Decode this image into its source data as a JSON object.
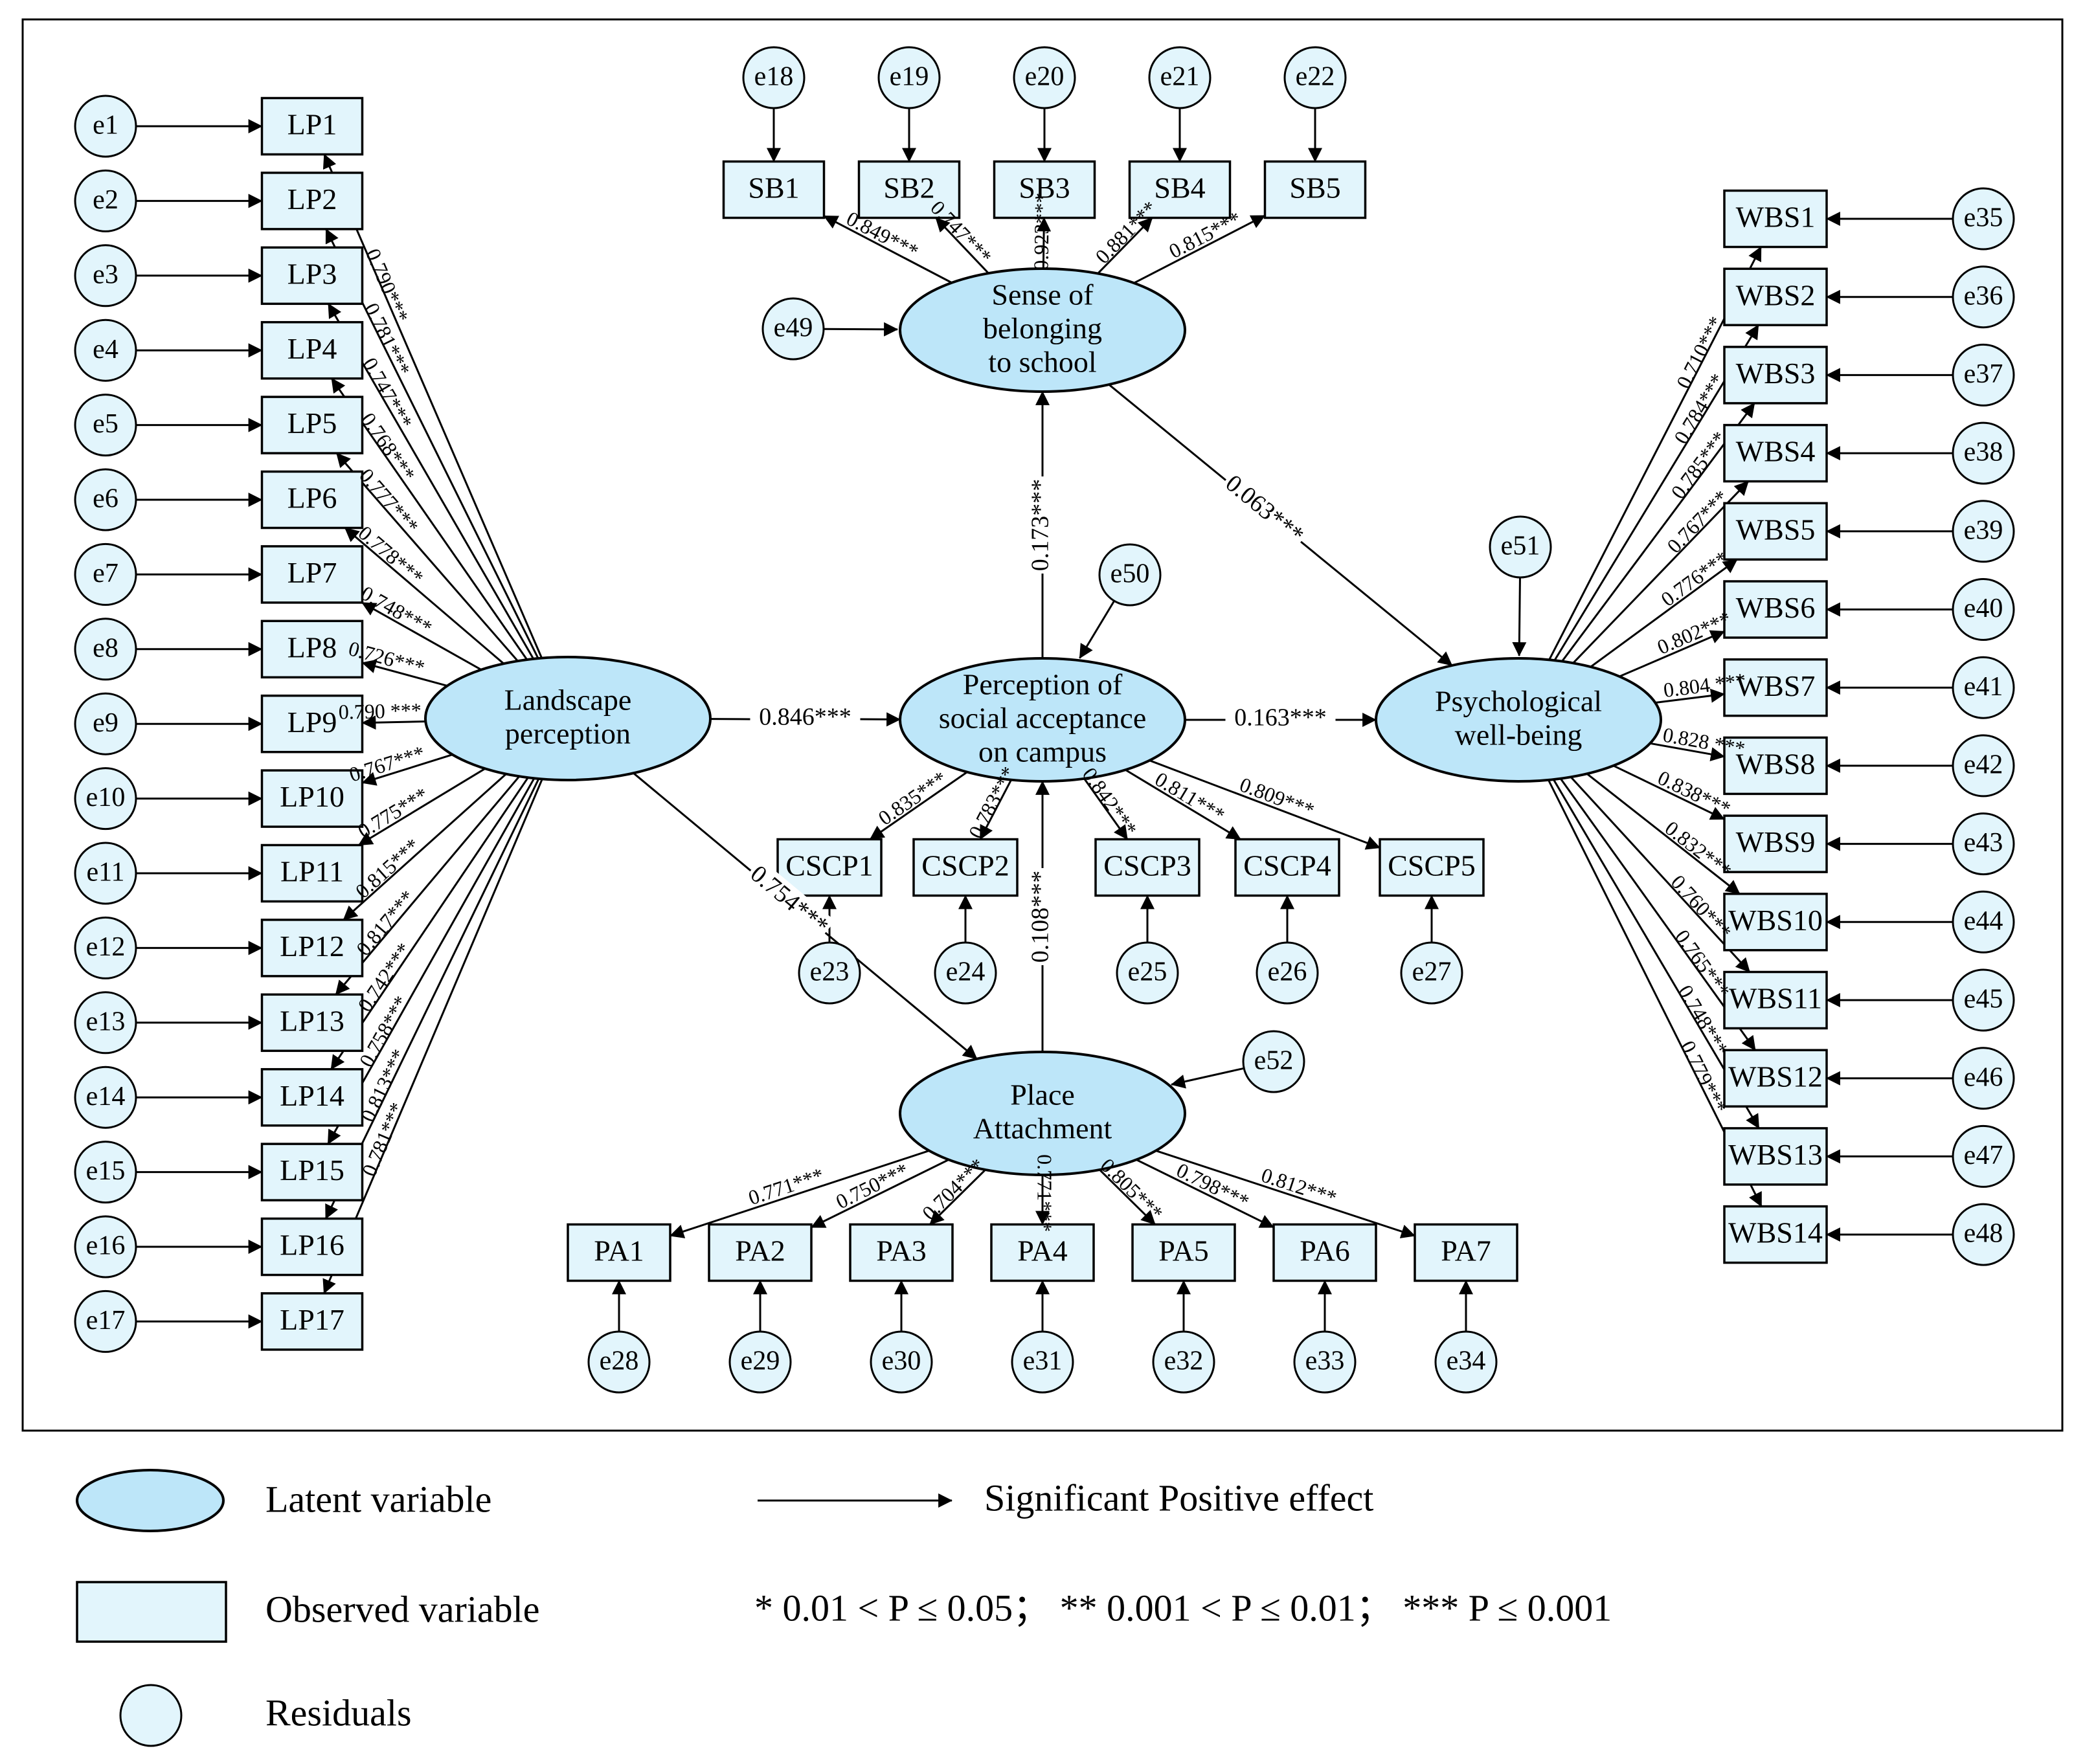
{
  "latent": [
    {
      "id": "LP",
      "lines": [
        "Landscape",
        "perception"
      ]
    },
    {
      "id": "SB",
      "lines": [
        "Sense of",
        "belonging",
        "to school"
      ]
    },
    {
      "id": "CSCP",
      "lines": [
        "Perception of",
        "social acceptance",
        "on campus"
      ]
    },
    {
      "id": "PA",
      "lines": [
        "Place",
        "Attachment"
      ]
    },
    {
      "id": "WBS",
      "lines": [
        "Psychological",
        "well-being"
      ]
    }
  ],
  "groups": {
    "LP": {
      "indicators": [
        "LP1",
        "LP2",
        "LP3",
        "LP4",
        "LP5",
        "LP6",
        "LP7",
        "LP8",
        "LP9",
        "LP10",
        "LP11",
        "LP12",
        "LP13",
        "LP14",
        "LP15",
        "LP16",
        "LP17"
      ],
      "residuals": [
        "e1",
        "e2",
        "e3",
        "e4",
        "e5",
        "e6",
        "e7",
        "e8",
        "e9",
        "e10",
        "e11",
        "e12",
        "e13",
        "e14",
        "e15",
        "e16",
        "e17"
      ],
      "loadings": [
        "0.790***",
        "0.781***",
        "0.747***",
        "0.768***",
        "0.777***",
        "0.778***",
        "0.748***",
        "0.726***",
        "0.790 ***",
        "0.767***",
        "0.775***",
        "0.815***",
        "0.817***",
        "0.742***",
        "0.758***",
        "0.813***",
        "0.781***"
      ]
    },
    "SB": {
      "indicators": [
        "SB1",
        "SB2",
        "SB3",
        "SB4",
        "SB5"
      ],
      "residuals": [
        "e18",
        "e19",
        "e20",
        "e21",
        "e22"
      ],
      "loadings": [
        "0.849***",
        "0.747***",
        "0.923***",
        "0.881***",
        "0.815***"
      ]
    },
    "CSCP": {
      "indicators": [
        "CSCP1",
        "CSCP2",
        "CSCP3",
        "CSCP4",
        "CSCP5"
      ],
      "residuals": [
        "e23",
        "e24",
        "e25",
        "e26",
        "e27"
      ],
      "loadings": [
        "0.835***",
        "0.783***",
        "0.842***",
        "0.811***",
        "0.809***"
      ]
    },
    "PA": {
      "indicators": [
        "PA1",
        "PA2",
        "PA3",
        "PA4",
        "PA5",
        "PA6",
        "PA7"
      ],
      "residuals": [
        "e28",
        "e29",
        "e30",
        "e31",
        "e32",
        "e33",
        "e34"
      ],
      "loadings": [
        "0.771***",
        "0.750***",
        "0.704***",
        "0.771***",
        "0.805***",
        "0.798***",
        "0.812***"
      ]
    },
    "WBS": {
      "indicators": [
        "WBS1",
        "WBS2",
        "WBS3",
        "WBS4",
        "WBS5",
        "WBS6",
        "WBS7",
        "WBS8",
        "WBS9",
        "WBS10",
        "WBS11",
        "WBS12",
        "WBS13",
        "WBS14"
      ],
      "residuals": [
        "e35",
        "e36",
        "e37",
        "e38",
        "e39",
        "e40",
        "e41",
        "e42",
        "e43",
        "e44",
        "e45",
        "e46",
        "e47",
        "e48"
      ],
      "loadings": [
        "0.710***",
        "0.784***",
        "0.785***",
        "0.767***",
        "0.776***",
        "0.802***",
        "0.804 ***",
        "0.828 ***",
        "0.838***",
        "0.832***",
        "0.760***",
        "0.765***",
        "0.748***",
        "0.779***"
      ]
    }
  },
  "latent_residuals": [
    {
      "target": "SB",
      "label": "e49"
    },
    {
      "target": "CSCP",
      "label": "e50"
    },
    {
      "target": "WBS",
      "label": "e51"
    },
    {
      "target": "PA",
      "label": "e52"
    }
  ],
  "paths": [
    {
      "from": "LP",
      "to": "CSCP",
      "label": "0.846***"
    },
    {
      "from": "CSCP",
      "to": "SB",
      "label": "0.173***"
    },
    {
      "from": "PA",
      "to": "CSCP",
      "label": "0.108***"
    },
    {
      "from": "LP",
      "to": "PA",
      "label": "0.754***"
    },
    {
      "from": "SB",
      "to": "WBS",
      "label": "0.063***"
    },
    {
      "from": "CSCP",
      "to": "WBS",
      "label": "0.163***"
    }
  ],
  "legend": {
    "latent": "Latent variable",
    "observed": "Observed variable",
    "residual": "Residuals",
    "arrow": "Significant Positive effect",
    "significance": "* 0.01 < P ≤ 0.05； ** 0.001 < P ≤ 0.01； *** P ≤ 0.001"
  },
  "colors": {
    "latent_fill": "#bde6f9",
    "observed_fill": "#e2f5fc",
    "residual_fill": "#e2f5fc",
    "stroke": "#000000"
  }
}
